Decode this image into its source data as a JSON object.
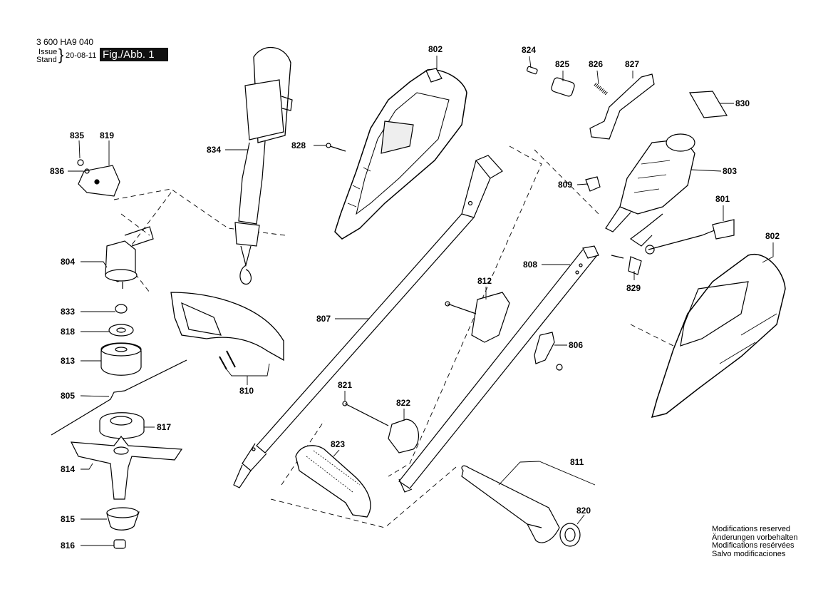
{
  "header": {
    "part_number": "3 600 HA9 040",
    "issue_label": "Issue",
    "stand_label": "Stand",
    "date": "20-08-11",
    "figure_label": "Fig./Abb. 1"
  },
  "notes": [
    "Modifications reserved",
    "Änderungen vorbehalten",
    "Modifications resérvées",
    "Salvo modificaciones"
  ],
  "callouts": {
    "c801": "801",
    "c802a": "802",
    "c802b": "802",
    "c803": "803",
    "c804": "804",
    "c805": "805",
    "c806": "806",
    "c807": "807",
    "c808": "808",
    "c809": "809",
    "c810": "810",
    "c811": "811",
    "c812": "812",
    "c813": "813",
    "c814": "814",
    "c815": "815",
    "c816": "816",
    "c817": "817",
    "c818": "818",
    "c819": "819",
    "c820": "820",
    "c821": "821",
    "c822": "822",
    "c823": "823",
    "c824": "824",
    "c825": "825",
    "c826": "826",
    "c827": "827",
    "c828": "828",
    "c829": "829",
    "c830": "830",
    "c833": "833",
    "c834": "834",
    "c835": "835",
    "c836": "836"
  }
}
